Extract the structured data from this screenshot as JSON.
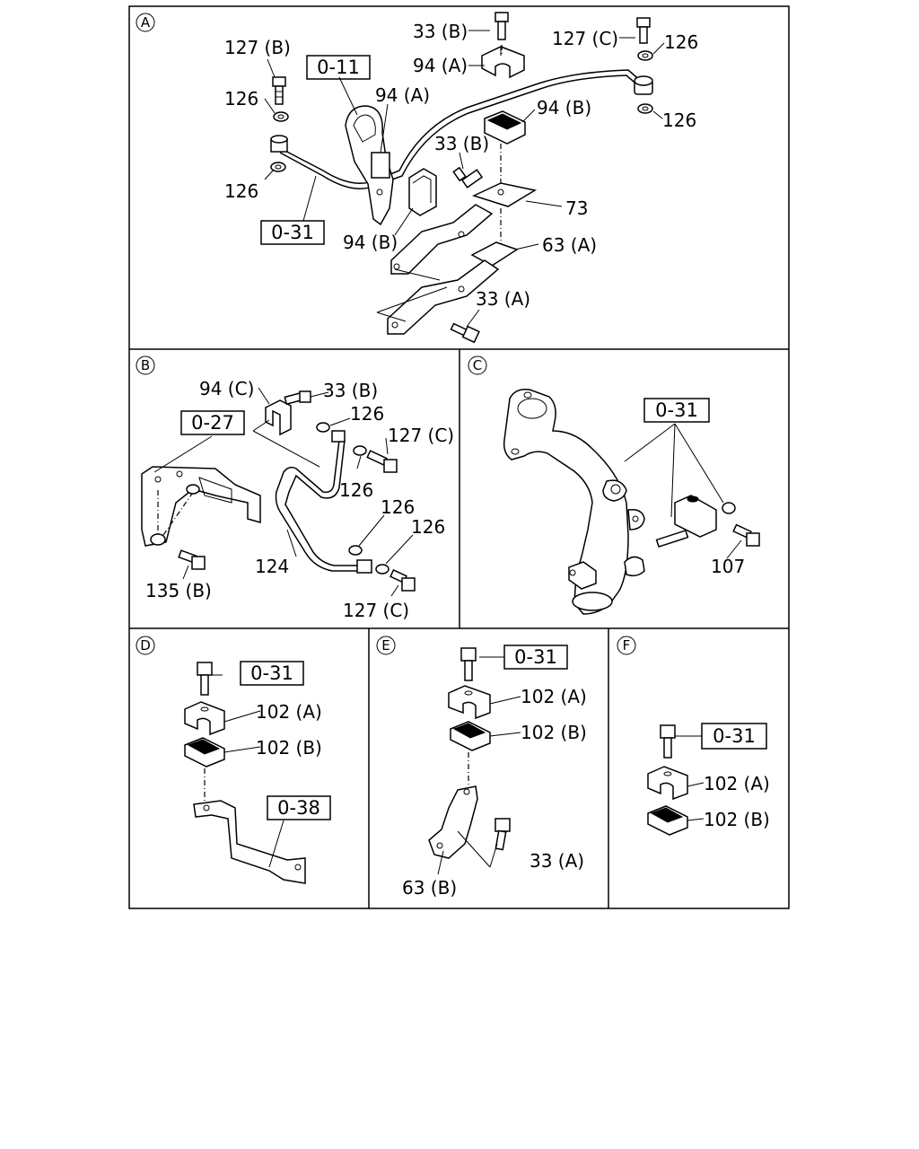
{
  "panels": {
    "A": {
      "letter": "A",
      "labels": [
        "33 (B)",
        "127 (C)",
        "126",
        "127 (B)",
        "94 (A)",
        "94 (A)",
        "126",
        "126",
        "94 (B)",
        "33 (B)",
        "126",
        "73",
        "94 (B)",
        "63 (A)",
        "33 (A)"
      ],
      "refs": [
        "0-11",
        "0-31"
      ]
    },
    "B": {
      "letter": "B",
      "labels": [
        "94 (C)",
        "33 (B)",
        "126",
        "127 (C)",
        "126",
        "126",
        "126",
        "124",
        "135 (B)",
        "127 (C)"
      ],
      "refs": [
        "0-27"
      ]
    },
    "C": {
      "letter": "C",
      "labels": [
        "107"
      ],
      "refs": [
        "0-31"
      ]
    },
    "D": {
      "letter": "D",
      "labels": [
        "102 (A)",
        "102 (B)"
      ],
      "refs": [
        "0-31",
        "0-38"
      ]
    },
    "E": {
      "letter": "E",
      "labels": [
        "102 (A)",
        "102 (B)",
        "33 (A)",
        "63 (B)"
      ],
      "refs": [
        "0-31"
      ]
    },
    "F": {
      "letter": "F",
      "labels": [
        "102 (A)",
        "102 (B)"
      ],
      "refs": [
        "0-31"
      ]
    }
  }
}
